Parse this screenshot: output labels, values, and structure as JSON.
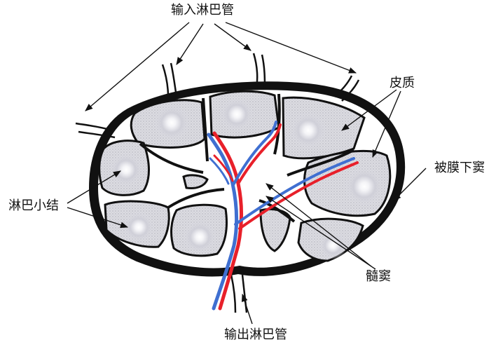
{
  "labels": {
    "afferent": "输入淋巴管",
    "cortex": "皮质",
    "subcapsular_sinus": "被膜下窦",
    "lymph_nodule": "淋巴小结",
    "medullary_sinus": "髓窦",
    "efferent": "输出淋巴管"
  },
  "colors": {
    "outline": "#111111",
    "nodule_fill": "#dcdce2",
    "germinal_center": "#ffffff",
    "artery": "#e8202a",
    "vein": "#3f6fd1",
    "background": "#ffffff"
  }
}
